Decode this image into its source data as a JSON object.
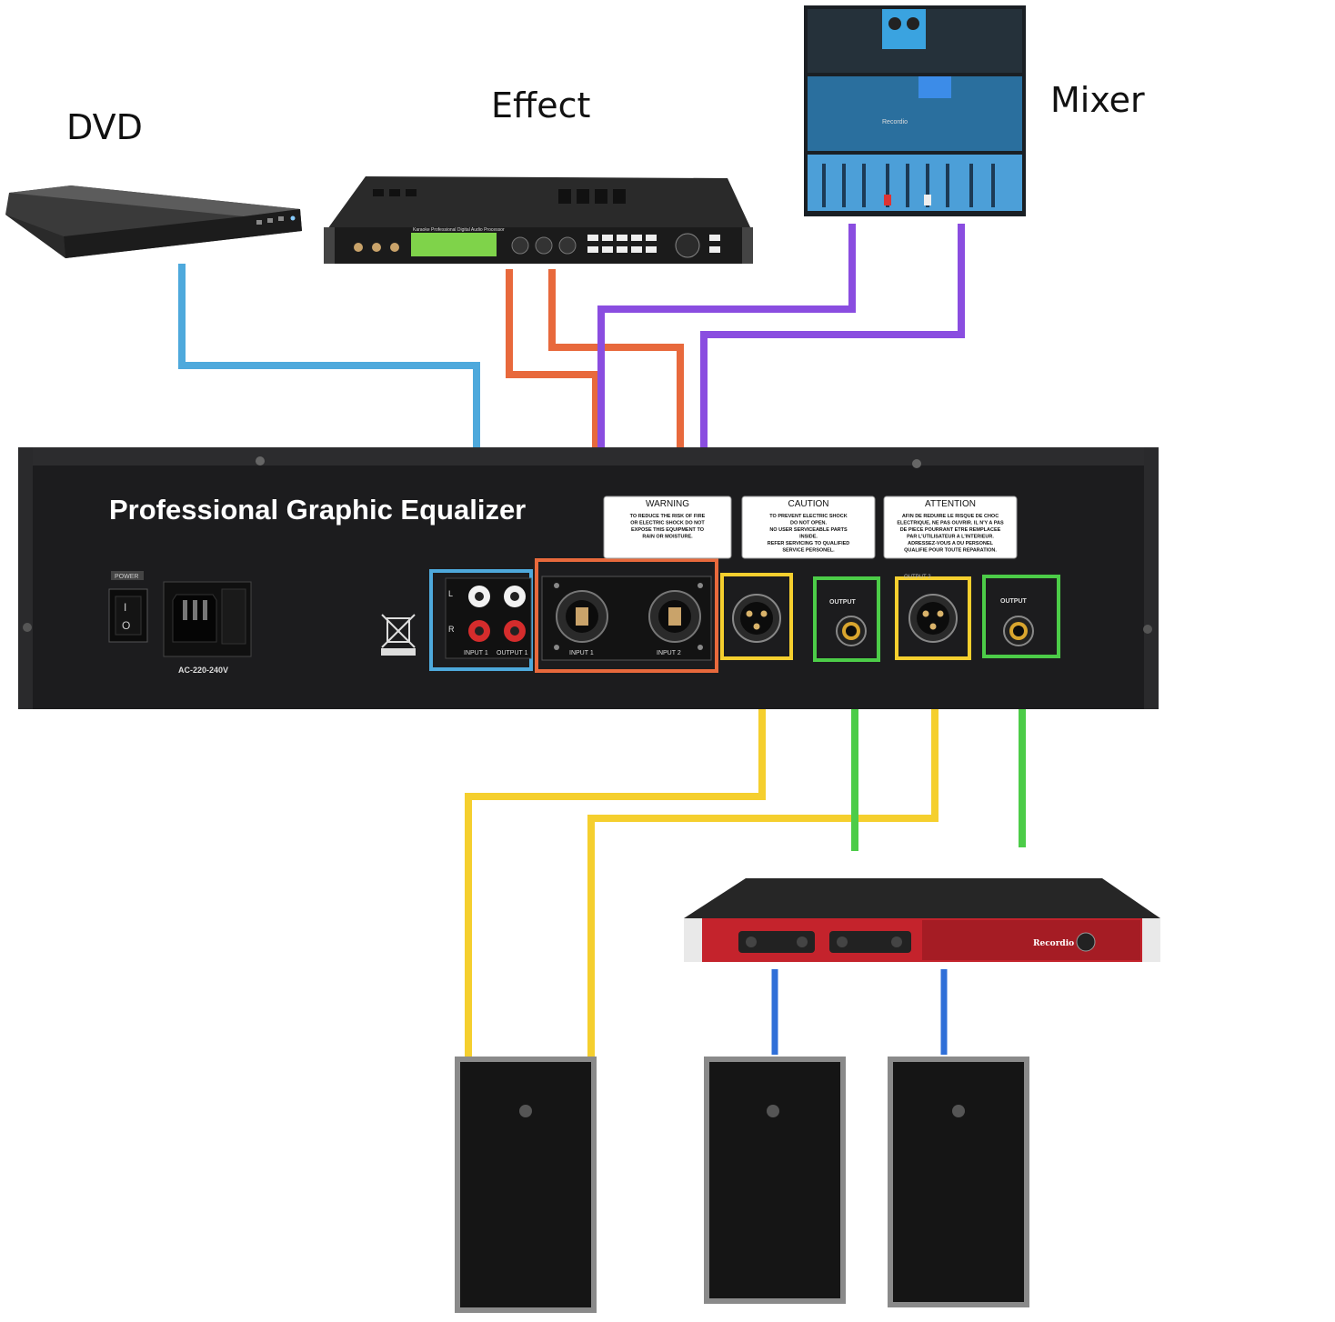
{
  "labels": {
    "dvd": "DVD",
    "effect": "Effect",
    "mixer": "Mixer"
  },
  "equalizer": {
    "title": "Professional Graphic Equalizer",
    "power_label": "POWER",
    "voltage": "AC-220-240V",
    "rca_l": "L",
    "rca_r": "R",
    "rca_input": "INPUT 1",
    "rca_output": "OUTPUT 1",
    "xlr_input_1": "INPUT 1",
    "xlr_input_2": "INPUT 2",
    "output_label_1": "OUTPUT",
    "output_label_2": "OUTPUT",
    "out_header_2": "OUTPUT 2",
    "warning": {
      "title": "WARNING",
      "lines": [
        "TO REDUCE THE RISK OF FIRE",
        "OR ELECTRIC SHOCK DO NOT",
        "EXPOSE THIS EQUIPMENT TO",
        "RAIN OR MOISTURE."
      ]
    },
    "caution": {
      "title": "CAUTION",
      "lines": [
        "TO PREVENT ELECTRIC SHOCK",
        "DO NOT OPEN.",
        "NO USER SERVICEABLE PARTS",
        "INSIDE.",
        "REFER SERVICING TO QUALIFIED",
        "SERVICE PERSONEL."
      ]
    },
    "attention": {
      "title": "ATTENTION",
      "lines": [
        "AFIN DE REDUIRE LE RISQUE DE CHOC",
        "ELECTRIQUE, NE PAS OUVRIR. IL N'Y A PAS",
        "DE PIECE POURRANT ETRE REMPLACEE",
        "PAR L'UTILISATEUR A L'INTERIEUR.",
        "ADRESSEZ-VOUS A DU PERSONEL",
        "QUALIFIE POUR TOUTE REPARATION."
      ]
    }
  },
  "amplifier": {
    "brand": "Recordio"
  },
  "mixer_device": {
    "brand": "Recordio"
  },
  "effect_device": {
    "screen_header": "Karaoke Professional Digital Audio Processor"
  },
  "cable_colors": {
    "dvd": "#4ea9dc",
    "effect": "#e8693c",
    "mixer": "#8a4de0",
    "xlr_out": "#f5cf2e",
    "jack_out": "#4ccc48",
    "amp_out": "#2f6fd8"
  }
}
